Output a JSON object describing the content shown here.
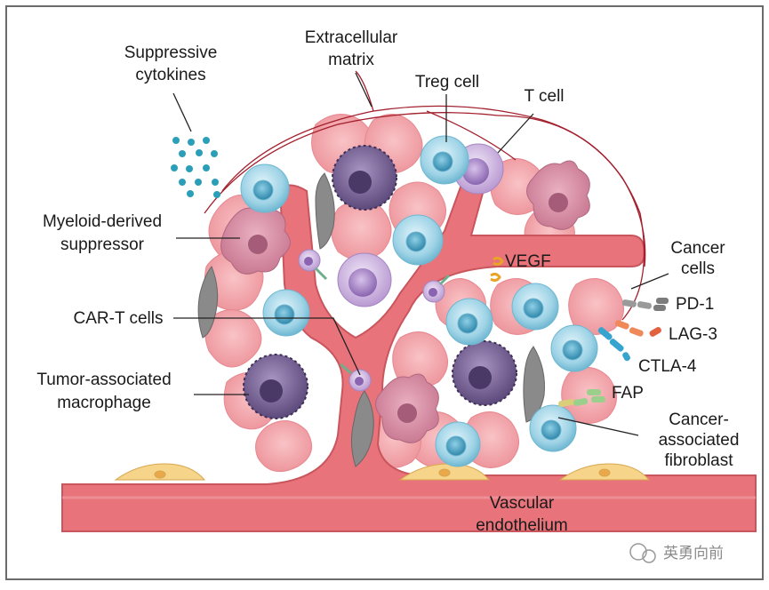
{
  "labels": {
    "suppressive_cytokines_line1": "Suppressive",
    "suppressive_cytokines_line2": "cytokines",
    "extracellular_matrix_line1": "Extracellular",
    "extracellular_matrix_line2": "matrix",
    "treg_cell": "Treg cell",
    "t_cell": "T cell",
    "myeloid_line1": "Myeloid-derived",
    "myeloid_line2": "suppressor",
    "cancer_cells_line1": "Cancer",
    "cancer_cells_line2": "cells",
    "vegf": "VEGF",
    "pd1": "PD-1",
    "lag3": "LAG-3",
    "ctla4": "CTLA-4",
    "fap": "FAP",
    "car_t_cells": "CAR-T cells",
    "tam_line1": "Tumor-associated",
    "tam_line2": "macrophage",
    "caf_line1": "Cancer-",
    "caf_line2": "associated",
    "caf_line3": "fibroblast",
    "vascular_line1": "Vascular",
    "vascular_line2": "endothelium",
    "watermark": "英勇向前"
  },
  "colors": {
    "frame_border": "#6b6b6b",
    "vessel": "#e8737a",
    "vessel_dark": "#c9555d",
    "cancer_cell": "#f2a3a8",
    "cancer_cell_dark": "#e07c84",
    "t_cell": "#a9d8e8",
    "t_cell_nucleus": "#3e9bbd",
    "treg_purple": "#c9b3dc",
    "macrophage": "#7a6796",
    "mdsc": "#d98aa0",
    "fibroblast": "#8a8a8a",
    "cytokine_dot": "#2b9fb8",
    "endothelial_cell": "#f6d48a",
    "ecm_fiber": "#a3202e"
  }
}
